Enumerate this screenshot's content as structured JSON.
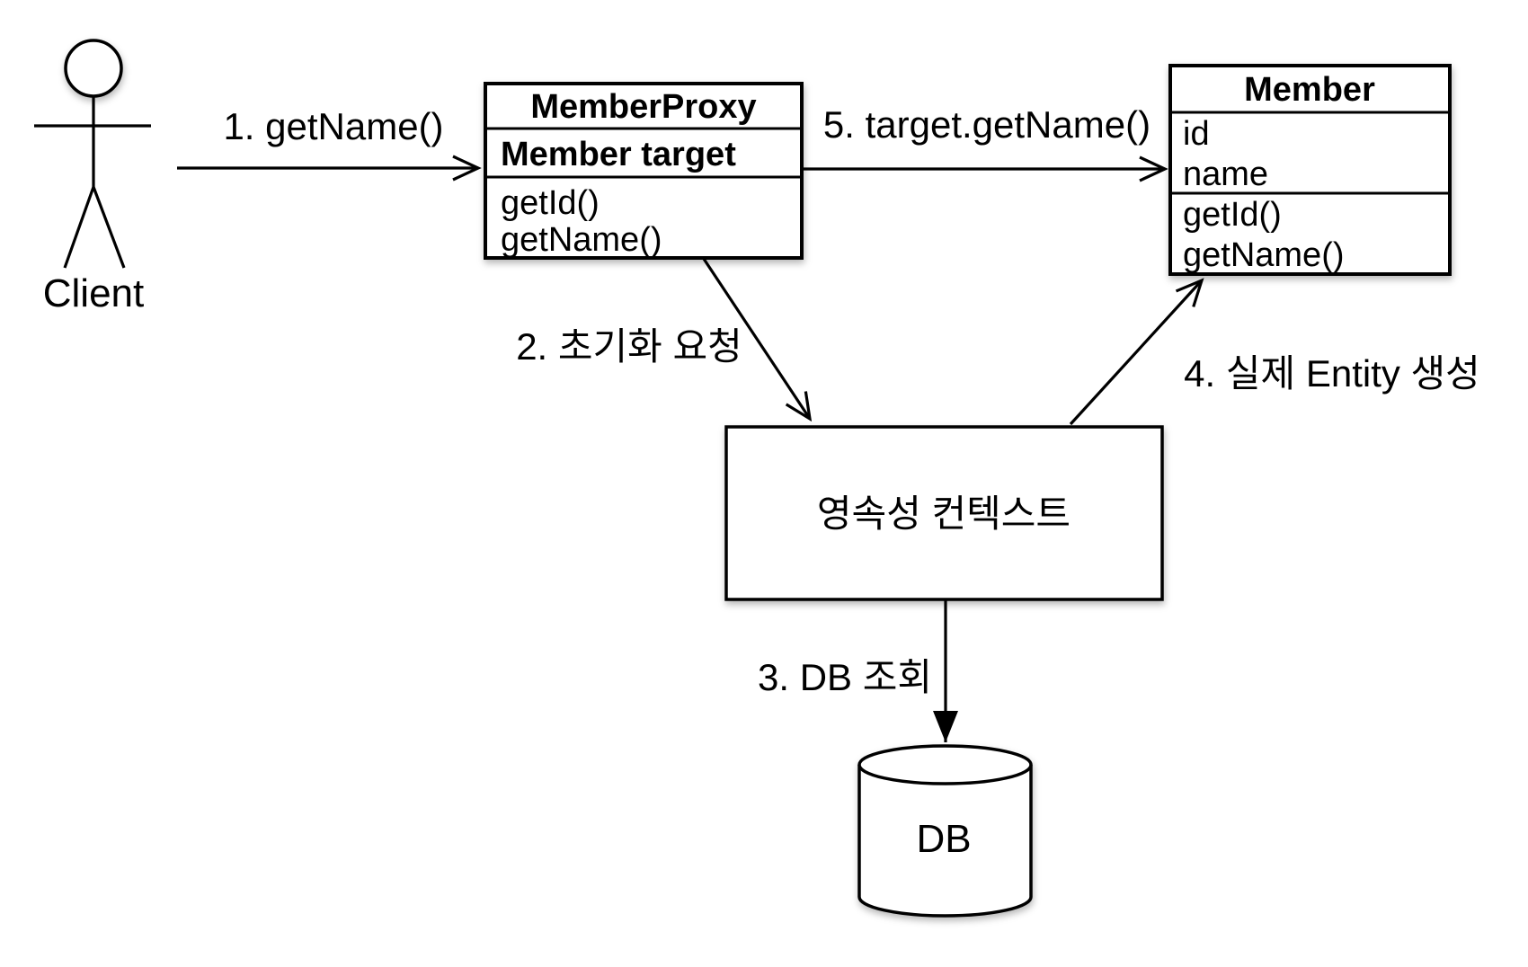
{
  "actor": {
    "label": "Client"
  },
  "proxy_class": {
    "title": "MemberProxy",
    "field": "Member target",
    "methods": [
      "getId()",
      "getName()"
    ]
  },
  "member_class": {
    "title": "Member",
    "attributes": [
      "id",
      "name"
    ],
    "methods": [
      "getId()",
      "getName()"
    ]
  },
  "persistence_context": {
    "label": "영속성 컨텍스트"
  },
  "database": {
    "label": "DB"
  },
  "steps": {
    "s1": "1. getName()",
    "s2": "2. 초기화 요청",
    "s3": "3. DB 조회",
    "s4": "4. 실제 Entity 생성",
    "s5": "5. target.getName()"
  },
  "colors": {
    "line": "#000000",
    "text": "#000000",
    "shape_fill": "#ffffff",
    "background": "#ffffff"
  }
}
